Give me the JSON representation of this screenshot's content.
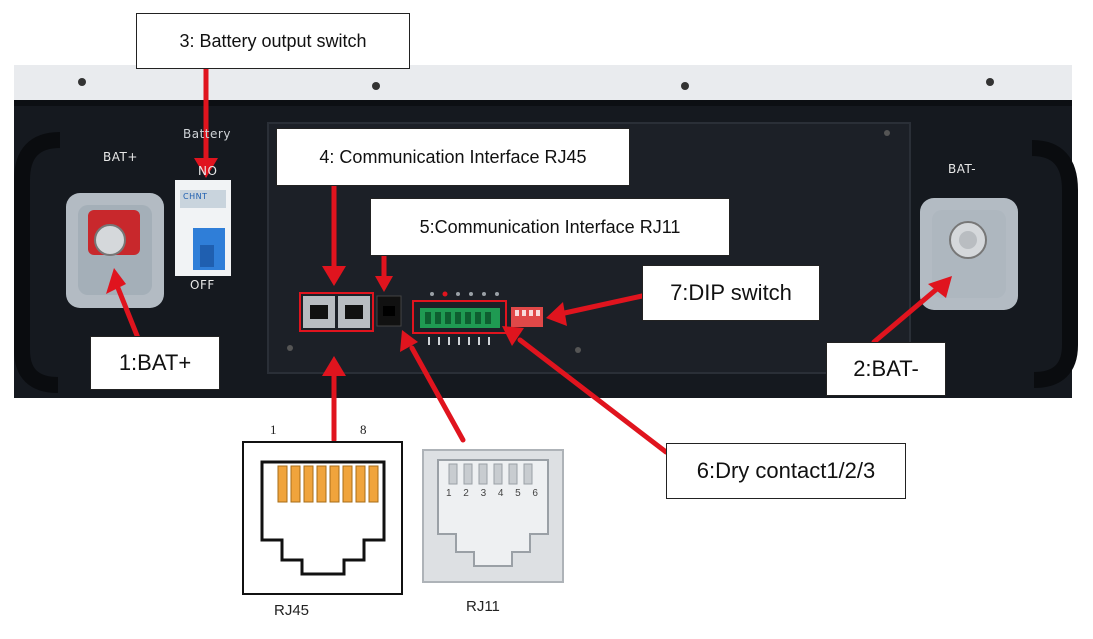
{
  "callouts": {
    "c1": "1:BAT+",
    "c2": "2:BAT-",
    "c3": "3: Battery output switch",
    "c4": "4: Communication Interface RJ45",
    "c5": "5:Communication Interface RJ11",
    "c6": "6:Dry contact1/2/3",
    "c7": "7:DIP switch"
  },
  "panel_labels": {
    "bat_plus": "BAT+",
    "bat_minus": "BAT-",
    "battery": "Battery",
    "on": "NO",
    "off": "OFF",
    "breaker_brand": "CHNT"
  },
  "connectors": {
    "rj45_caption": "RJ45",
    "rj11_caption": "RJ11",
    "rj45_pin_first": "1",
    "rj45_pin_last": "8",
    "rj11_pins": [
      "1",
      "2",
      "3",
      "4",
      "5",
      "6"
    ]
  },
  "colors": {
    "arrow": "#e0141e",
    "chassis": "#15191f",
    "top_plate": "#e9ebee",
    "breaker_blue": "#2f7ed8",
    "terminal_red": "#c8282c",
    "dry_contact_green": "#1f9a52",
    "dip_red": "#e04848"
  }
}
